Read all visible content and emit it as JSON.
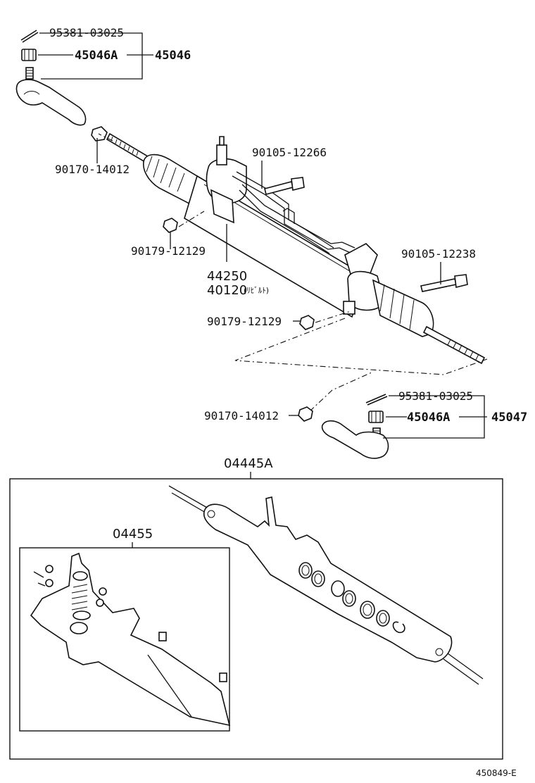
{
  "diagram": {
    "callouts": {
      "cotter_pin_left": "95381-03025",
      "nut_left": "45046A",
      "tie_rod_end_left": "45046",
      "lock_nut_left": "90170-14012",
      "bolt_upper": "90105-12266",
      "nut_mount_left": "90179-12129",
      "gear_assembly_code": "44250",
      "gear_assembly_sub": "40120",
      "gear_assembly_note": "(ﾘﾋﾞﾙﾄ)",
      "bolt_right": "90105-12238",
      "nut_mount_right": "90179-12129",
      "cotter_pin_right": "95381-03025",
      "lock_nut_right": "90170-14012",
      "nut_right": "45046A",
      "tie_rod_end_right": "45047",
      "gasket_kit": "04445A",
      "valve_kit": "04455"
    },
    "diagram_id": "450849-E"
  }
}
